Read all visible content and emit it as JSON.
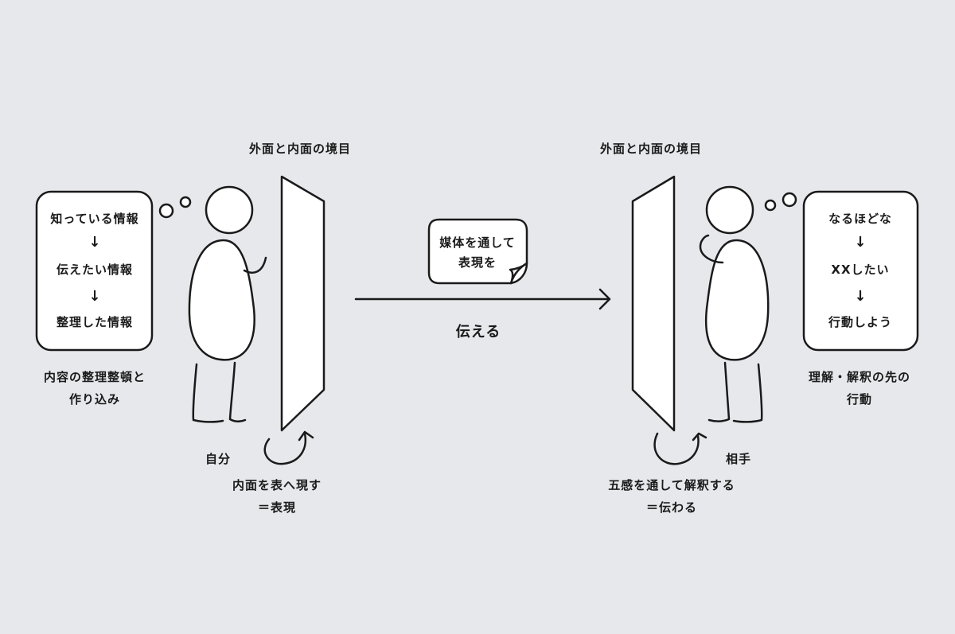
{
  "left": {
    "boundary_label": "外面と内面の境目",
    "bubble": {
      "line1": "知っている情報",
      "arrow1": "↓",
      "line2": "伝えたい情報",
      "arrow2": "↓",
      "line3": "整理した情報"
    },
    "caption_line1": "内容の整理整頓と",
    "caption_line2": "作り込み",
    "self_label": "自分",
    "expression_line1": "内面を表へ現す",
    "expression_line2": "＝表現"
  },
  "middle": {
    "note_line1": "媒体を通して",
    "note_line2": "表現を",
    "arrow_label": "伝える"
  },
  "right": {
    "boundary_label": "外面と内面の境目",
    "bubble": {
      "line1": "なるほどな",
      "arrow1": "↓",
      "line2": "XXしたい",
      "arrow2": "↓",
      "line3": "行動しよう"
    },
    "caption_line1": "理解・解釈の先の",
    "caption_line2": "行動",
    "other_label": "相手",
    "interpretation_line1": "五感を通して解釈する",
    "interpretation_line2": "＝伝わる"
  },
  "colors": {
    "background": "#e7e8ec",
    "stroke": "#1a1a1a",
    "fill": "#ffffff"
  }
}
